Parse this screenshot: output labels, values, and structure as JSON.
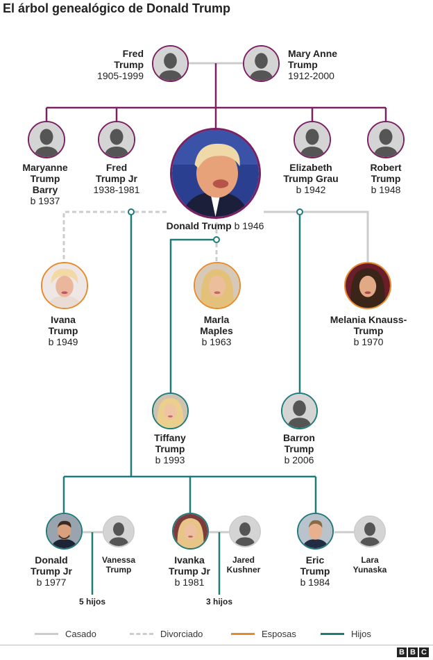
{
  "title": "El árbol genealógico de Donald Trump",
  "colors": {
    "married": "#cccccc",
    "divorced": "#cccccc",
    "spouse": "#e8892a",
    "children": "#1f7a7a",
    "parents": "#7b2062",
    "avatar_bg": "#d4d4d4",
    "avatar_fg": "#555555"
  },
  "people": {
    "fred_trump": {
      "name": "Fred Trump",
      "dates": "1905-1999"
    },
    "mary_anne_trump": {
      "name": "Mary Anne Trump",
      "dates": "1912-2000"
    },
    "maryanne_trump_barry": {
      "name": "Maryanne Trump Barry",
      "dates": "b 1937"
    },
    "fred_trump_jr": {
      "name": "Fred Trump Jr",
      "dates": "1938-1981"
    },
    "donald_trump": {
      "name": "Donald Trump",
      "dates": "b 1946"
    },
    "elizabeth_trump_grau": {
      "name": "Elizabeth Trump Grau",
      "dates": "b 1942"
    },
    "robert_trump": {
      "name": "Robert Trump",
      "dates": "b 1948"
    },
    "ivana_trump": {
      "name": "Ivana Trump",
      "dates": "b 1949"
    },
    "marla_maples": {
      "name": "Marla Maples",
      "dates": "b 1963"
    },
    "melania_knauss_trump": {
      "name": "Melania Knauss-Trump",
      "dates": "b 1970"
    },
    "tiffany_trump": {
      "name": "Tiffany Trump",
      "dates": "b 1993"
    },
    "barron_trump": {
      "name": "Barron Trump",
      "dates": "b 2006"
    },
    "donald_trump_jr": {
      "name": "Donald Trump Jr",
      "dates": "b 1977"
    },
    "vanessa_trump": {
      "name": "Vanessa Trump"
    },
    "ivanka_trump_jr": {
      "name": "Ivanka Trump Jr",
      "dates": "b 1981"
    },
    "jared_kushner": {
      "name": "Jared Kushner"
    },
    "eric_trump": {
      "name": "Eric Trump",
      "dates": "b 1984"
    },
    "lara_yunaska": {
      "name": "Lara Yunaska"
    }
  },
  "grandchildren": {
    "donald_jr": "5 hijos",
    "ivanka": "3 hijos"
  },
  "legend": [
    {
      "label": "Casado",
      "style": "married"
    },
    {
      "label": "Divorciado",
      "style": "divorced"
    },
    {
      "label": "Esposas",
      "style": "spouse"
    },
    {
      "label": "Hijos",
      "style": "children"
    }
  ],
  "logo": "BBC"
}
